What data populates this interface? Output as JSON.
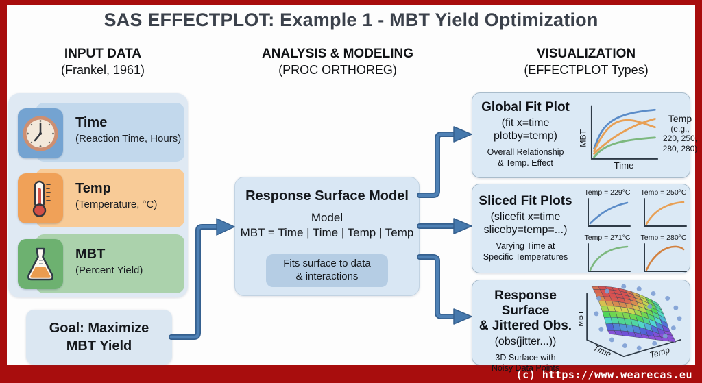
{
  "title": "SAS EFFECTPLOT: Example 1 - MBT Yield Optimization",
  "footer": "(c) https://www.wearecas.eu",
  "columns": {
    "input": {
      "heading": "INPUT DATA",
      "subheading": "(Frankel, 1961)"
    },
    "analysis": {
      "heading": "ANALYSIS & MODELING",
      "subheading": "(PROC ORTHOREG)"
    },
    "visualization": {
      "heading": "VISUALIZATION",
      "subheading": "(EFFECTPLOT Types)"
    }
  },
  "input_cards": [
    {
      "icon": "clock-icon",
      "name": "Time",
      "detail": "(Reaction Time, Hours)"
    },
    {
      "icon": "thermometer-icon",
      "name": "Temp",
      "detail": "(Temperature, °C)"
    },
    {
      "icon": "flask-icon",
      "name": "MBT",
      "detail": "(Percent Yield)"
    }
  ],
  "goal": "Goal: Maximize\nMBT Yield",
  "model": {
    "title": "Response Surface Model",
    "label": "Model",
    "equation": "MBT = Time | Time | Temp | Temp",
    "note": "Fits surface to data\n& interactions"
  },
  "viz": {
    "global_fit": {
      "title": "Global Fit Plot",
      "options": "(fit x=time\nplotby=temp)",
      "caption": "Overall Relationship\n& Temp. Effect",
      "ylabel": "MBT",
      "xlabel": "Time",
      "legend_title": "Temp",
      "legend_values": "(e.g.,\n220, 250,\n280, 280)"
    },
    "sliced_fit": {
      "title": "Sliced Fit Plots",
      "options": "(slicefit x=time\nsliceby=temp=...)",
      "caption": "Varying Time at\nSpecific Temperatures",
      "panels": [
        {
          "label": "Temp = 229°C",
          "color": "#5b8cc8"
        },
        {
          "label": "Temp = 250°C",
          "color": "#e8a055"
        },
        {
          "label": "Temp = 271°C",
          "color": "#7cb87e"
        },
        {
          "label": "Temp = 280°C",
          "color": "#d2813f"
        }
      ]
    },
    "surface": {
      "title": "Response Surface\n& Jittered Obs.",
      "options": "(obs(jitter...))",
      "caption": "3D Surface with\nNoisy Data Points",
      "zlabel": "MBT",
      "xlabel": "Time",
      "ylabel": "Temp"
    }
  },
  "colors": {
    "frame_red": "#a80d0d",
    "arrow_blue": "#4679ad",
    "panel_blue": "#dbe9f5",
    "card_blue": "#c2d8ec",
    "card_orange": "#f8cb97",
    "card_green": "#abd2ac",
    "series_blue": "#5b8cc8",
    "series_orange": "#e8a055",
    "series_green": "#7cb87e"
  }
}
